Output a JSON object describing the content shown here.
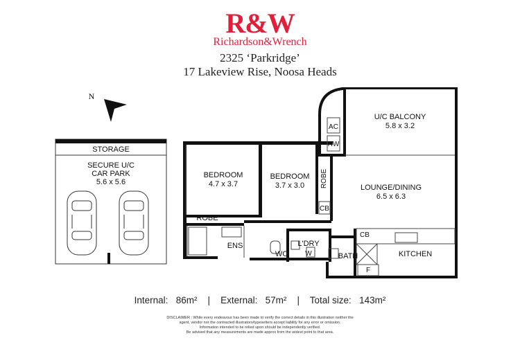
{
  "header": {
    "logo": "R&W",
    "brand": "Richardson&Wrench",
    "address_line1": "2325 ‘Parkridge’",
    "address_line2": "17 Lakeview Rise, Noosa Heads"
  },
  "compass": {
    "label": "N"
  },
  "rooms": {
    "storage": "STORAGE",
    "carpark_name_1": "SECURE U/C",
    "carpark_name_2": "CAR PARK",
    "carpark_size": "5.6 x 5.6",
    "bedroom1_name": "BEDROOM",
    "bedroom1_size": "4.7 x 3.7",
    "bedroom2_name": "BEDROOM",
    "bedroom2_size": "3.7 x 3.0",
    "robe1": "ROBE",
    "robe2": "ROBE",
    "ens": "ENS",
    "wc": "WC",
    "ldry": "L'DRY",
    "w": "W",
    "bath": "BATH",
    "cb1": "CB",
    "cb2": "CB",
    "kitchen": "KITCHEN",
    "f": "F",
    "ac": "AC",
    "hw": "HW",
    "balcony_name": "U/C BALCONY",
    "balcony_size": "5.8 x 3.2",
    "lounge_name": "LOUNGE/DINING",
    "lounge_size": "6.5 x 6.3"
  },
  "areas": {
    "internal_label": "Internal:",
    "internal_value": "86m²",
    "external_label": "External:",
    "external_value": "57m²",
    "total_label": "Total size:",
    "total_value": "143m²",
    "separator": "|"
  },
  "disclaimer": [
    "DISCLAIMER : While every endeavour has been made to verify the correct details in this illustration neither the",
    "agent, vendor nor the contracted illustrators/typesetters accept liability for any error or omission.",
    "Information intended to be relied upon should be independently verified.",
    "Be advised that any measurements are made approx from the widest point to that area."
  ]
}
